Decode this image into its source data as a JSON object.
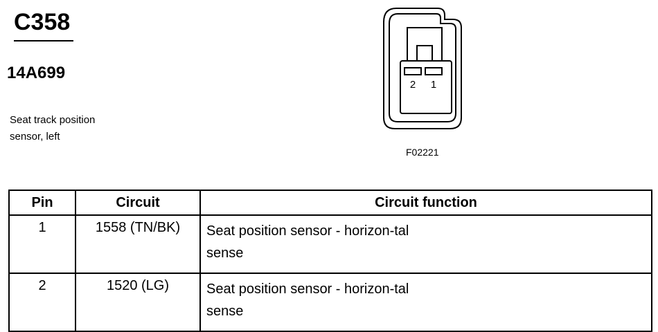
{
  "connector": {
    "id": "C358",
    "part_number": "14A699",
    "description": "Seat track position sensor, left",
    "figure_code": "F02221",
    "pin_labels": [
      "2",
      "1"
    ]
  },
  "table": {
    "headers": {
      "pin": "Pin",
      "circuit": "Circuit",
      "function": "Circuit function"
    },
    "rows": [
      {
        "pin": "1",
        "circuit": "1558 (TN/BK)",
        "function": "Seat position sensor - horizon-tal sense"
      },
      {
        "pin": "2",
        "circuit": "1520 (LG)",
        "function": "Seat position sensor - horizon-tal sense"
      }
    ]
  }
}
